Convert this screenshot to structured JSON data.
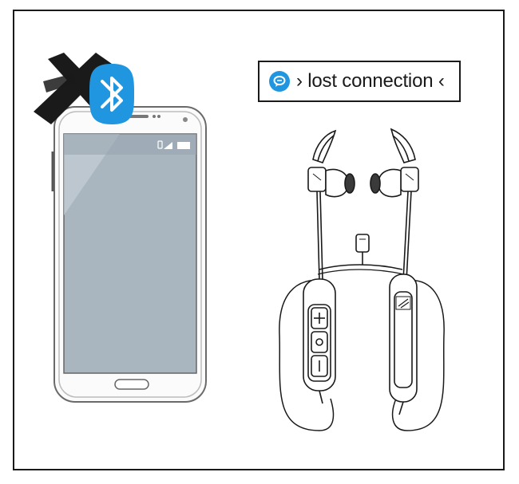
{
  "status_prompt": {
    "text": "› lost connection ‹",
    "icon": "voice-prompt-icon",
    "icon_color": "#2196e0"
  },
  "icons": {
    "bluetooth": "bluetooth-icon",
    "disabled_mark": "x-mark-icon",
    "bluetooth_color": "#2196e0"
  },
  "remote_buttons": [
    "volume-up-button",
    "multi-function-button",
    "volume-down-button"
  ]
}
